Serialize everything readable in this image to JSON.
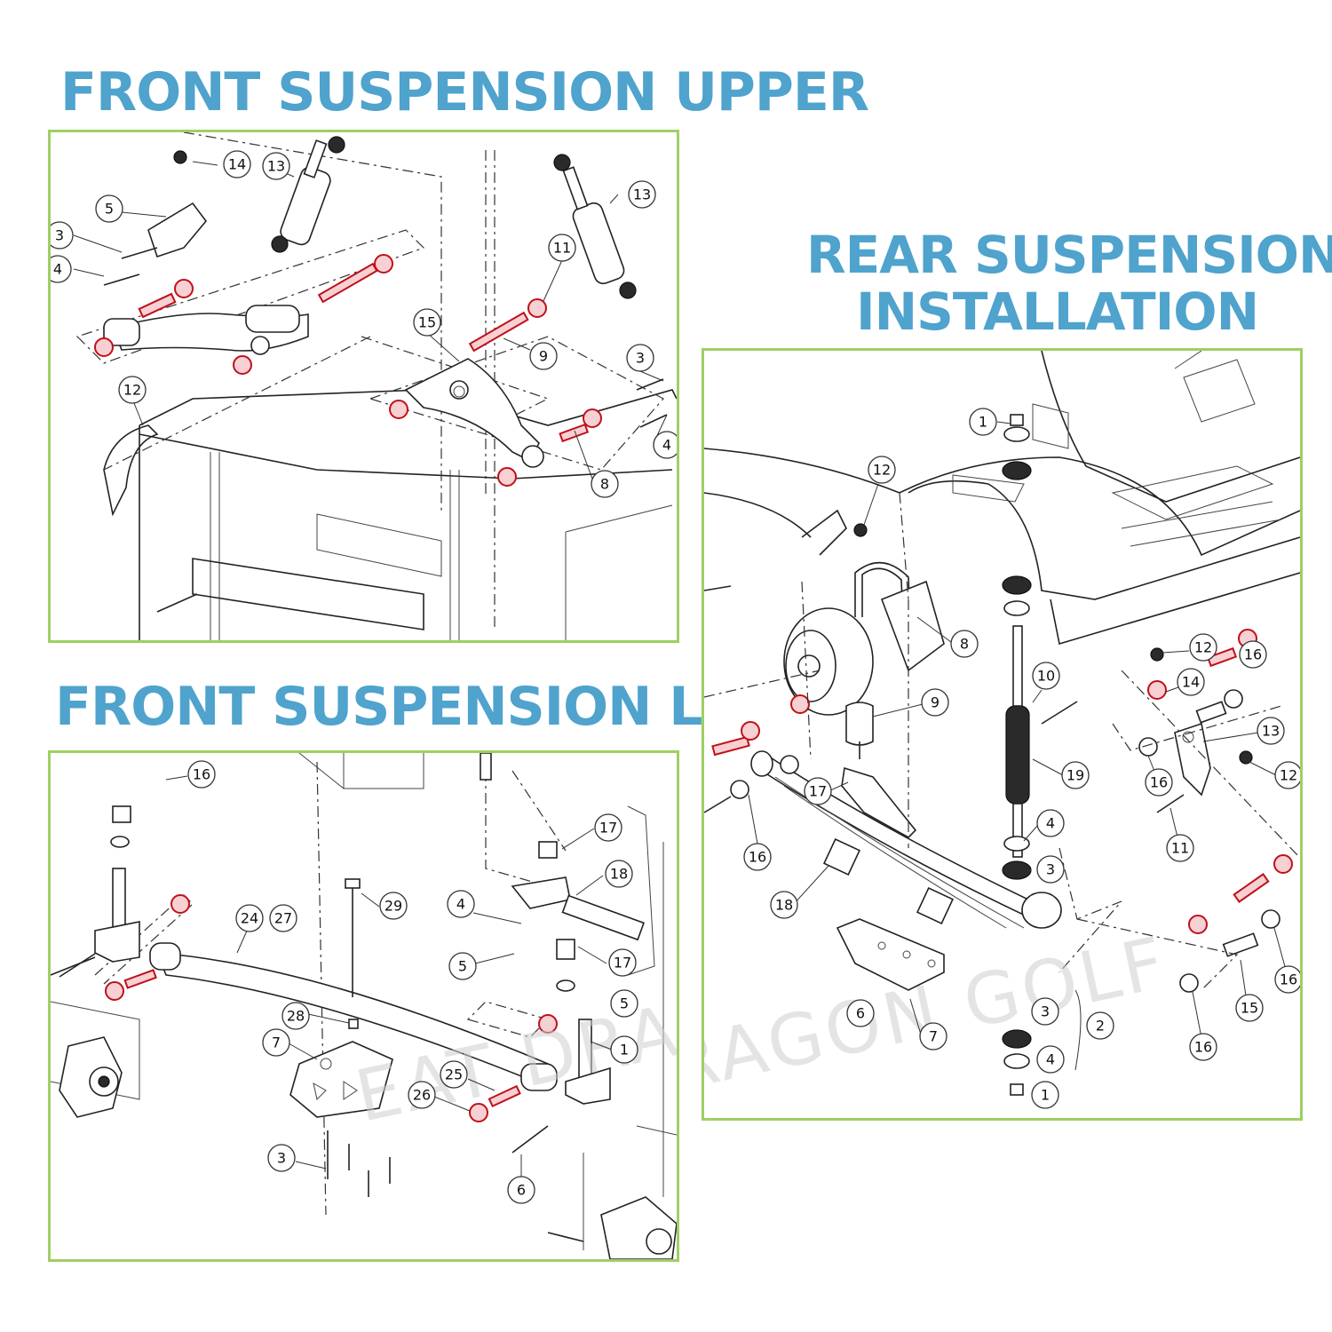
{
  "headings": {
    "front_upper": "FRONT SUSPENSION UPPER",
    "front_lower": "FRONT SUSPENSION LOWER",
    "rear_line1": "REAR SUSPENSION",
    "rear_line2": "INSTALLATION"
  },
  "watermark": "EAT DRAGON GOLF",
  "colors": {
    "heading": "#4fa3cd",
    "panel_border": "#9fcf63",
    "bushing_highlight": "#c0101a"
  },
  "callouts": {
    "upper": [
      "14",
      "13",
      "5",
      "3",
      "4",
      "11",
      "13",
      "15",
      "9",
      "3",
      "12",
      "4",
      "8"
    ],
    "lower": [
      "16",
      "17",
      "18",
      "24",
      "27",
      "29",
      "4",
      "5",
      "17",
      "5",
      "28",
      "7",
      "1",
      "25",
      "26",
      "3",
      "6"
    ],
    "rear": [
      "1",
      "12",
      "8",
      "9",
      "10",
      "12",
      "16",
      "14",
      "13",
      "19",
      "16",
      "12",
      "17",
      "4",
      "16",
      "11",
      "3",
      "18",
      "6",
      "7",
      "3",
      "2",
      "4",
      "1",
      "15",
      "16",
      "16"
    ]
  }
}
